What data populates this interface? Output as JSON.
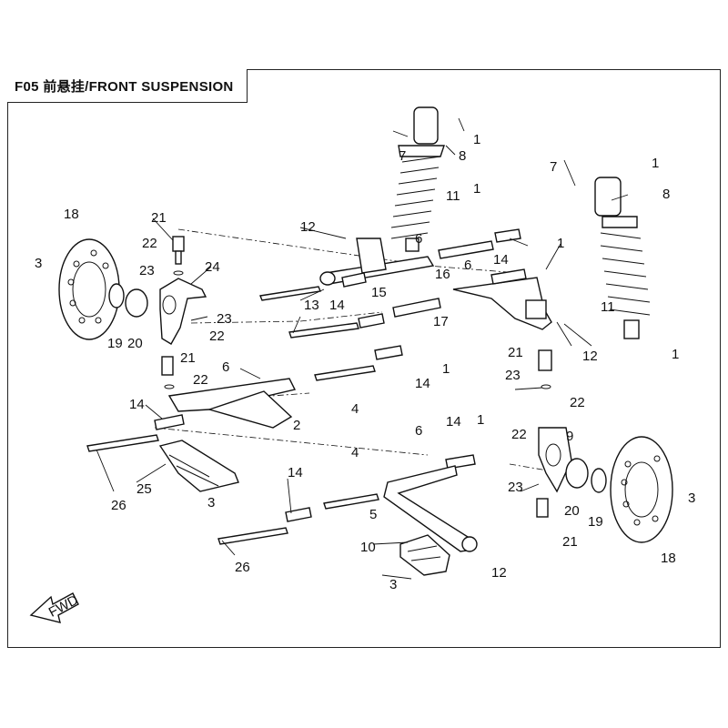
{
  "title": "F05 前悬挂/FRONT SUSPENSION",
  "fwd_label": "FWD",
  "callouts": [
    "1",
    "2",
    "3",
    "4",
    "5",
    "6",
    "7",
    "8",
    "9",
    "10",
    "11",
    "12",
    "13",
    "14",
    "15",
    "16",
    "17",
    "18",
    "19",
    "20",
    "21",
    "22",
    "23",
    "24",
    "25",
    "26"
  ]
}
